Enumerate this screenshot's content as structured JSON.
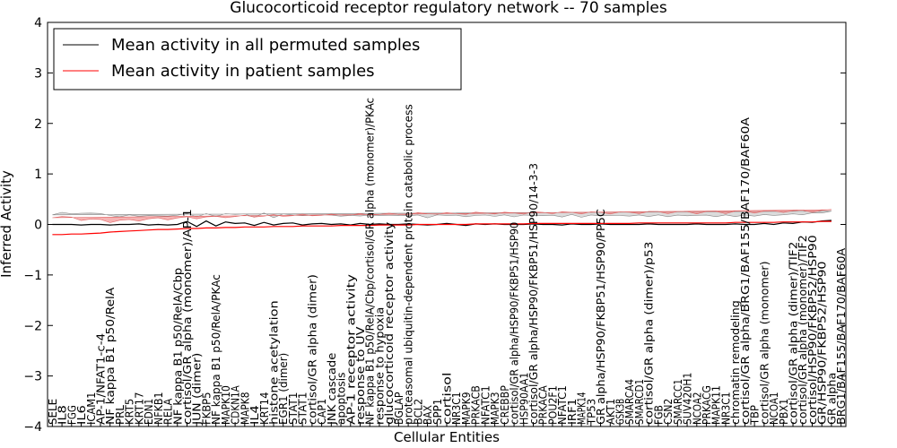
{
  "chart_data": {
    "type": "line",
    "title": "Glucocorticoid receptor regulatory network -- 70 samples",
    "xlabel": "Cellular Entities",
    "ylabel": "Inferred Activity",
    "ylim": [
      -4,
      4
    ],
    "yticks": [
      -4,
      -3,
      -2,
      -1,
      0,
      1,
      2,
      3,
      4
    ],
    "ytick_labels": [
      "−4",
      "−3",
      "−2",
      "−1",
      "0",
      "1",
      "2",
      "3",
      "4"
    ],
    "grid": false,
    "legend_position": "top-left",
    "colors": {
      "permuted": "#000000",
      "patient": "#ff0000",
      "patient_band": "#f08080",
      "permuted_band": "#b0b0b0"
    },
    "categories": [
      "SELE",
      "IL8",
      "FGG",
      "IL6",
      "ICAM1",
      "AP-1/NFAT1-c-4",
      "NF kappa B1 p50/RelA",
      "PRL",
      "KRT5",
      "KRT17",
      "EDN1",
      "NFKB1",
      "RELA",
      "NF kappa B1 p50/RelA/Cbp",
      "cortisol/GR alpha (monomer)/AP-1",
      "JUN (dimer)",
      "FKBP5",
      "NF kappa B1 p50/RelA/PKAc",
      "MAPK10",
      "CDKN1A",
      "MAPK8",
      "IL4",
      "KRT14",
      "histone acetylation",
      "EGR1 (dimer)",
      "STAT1",
      "STAT1",
      "cortisol/GR alpha (dimer)",
      "CAP1",
      "JNK cascade",
      "apoptosis",
      "AP-1 receptor activity",
      "response to UV",
      "NF kappa B1 p50/RelA/Cbp/cortisol/GR alpha (monomer)/PKAc",
      "response to hypoxia",
      "glucocorticoid receptor activity",
      "BGLAP",
      "proteasomal ubiquitin-dependent protein catabolic process",
      "BCL2",
      "BAX",
      "SPP1",
      "cortisol",
      "NR3C1",
      "MAPK9",
      "PRKACB",
      "NFATC1",
      "MAPK3",
      "CREBBP",
      "cortisol/GR alpha/HSP90/FKBP51/HSP90",
      "HSP90AA1",
      "cortisol/GR alpha/HSP90/FKBP51/HSP90/14-3-3",
      "PRKACA",
      "POU2F1",
      "NFATC1",
      "IRF1",
      "MAPK14",
      "TP53",
      "GR alpha/HSP90/FKBP51/HSP90/PP5C",
      "AKT1",
      "GSK3B",
      "SMARCA4",
      "SMARCD1",
      "cortisol/GR alpha (dimer)/p53",
      "FGB",
      "CSN2",
      "SMARCC1",
      "SUV420H1",
      "NCOA2",
      "PRKACG",
      "MAPK11",
      "NR3C1",
      "chromatin remodeling",
      "cortisol/GR alpha/BRG1/BAF155/BAF170/BAF60A",
      "TBP",
      "cortisol/GR alpha (monomer)",
      "NCOA1",
      "PBX1",
      "cortisol/GR alpha (dimer)/TIF2",
      "cortisol/GR alpha (monomer)/TIF2",
      "cortisol/HSP90/FKBP52/HSP90",
      "GR/HSP90/FKBP52/HSP90",
      "GR alpha",
      "BRG1/BAF155/BAF170/BAF60A"
    ],
    "label_length_units": [
      4,
      3,
      3,
      3,
      5,
      14,
      21,
      3,
      4,
      5,
      4,
      5,
      4,
      24,
      33,
      11,
      5,
      23,
      6,
      6,
      5,
      3,
      5,
      19,
      11,
      5,
      5,
      23,
      4,
      11,
      8,
      23,
      15,
      50,
      18,
      31,
      5,
      49,
      4,
      3,
      4,
      8,
      5,
      5,
      6,
      6,
      5,
      6,
      31,
      8,
      40,
      6,
      6,
      6,
      4,
      5,
      4,
      33,
      4,
      4,
      7,
      7,
      28,
      3,
      4,
      7,
      8,
      5,
      6,
      6,
      5,
      19,
      47,
      3,
      25,
      5,
      4,
      28,
      29,
      29,
      25,
      8,
      27
    ],
    "series": [
      {
        "name": "Mean activity in all permuted samples",
        "values": [
          0.0,
          0.0,
          0.0,
          -0.01,
          0.0,
          0.0,
          -0.01,
          0.0,
          0.0,
          0.01,
          -0.01,
          0.0,
          -0.01,
          0.0,
          0.06,
          -0.04,
          0.07,
          -0.03,
          0.05,
          0.02,
          0.03,
          -0.02,
          0.04,
          -0.01,
          0.02,
          0.03,
          -0.01,
          0.01,
          0.02,
          0.0,
          0.01,
          -0.01,
          0.02,
          0.0,
          0.01,
          0.0,
          0.0,
          0.01,
          0.0,
          -0.01,
          0.0,
          0.02,
          0.0,
          -0.02,
          0.01,
          0.0,
          0.01,
          0.0,
          0.0,
          0.0,
          0.01,
          0.0,
          0.0,
          -0.01,
          0.01,
          0.0,
          0.0,
          0.01,
          0.0,
          0.0,
          0.0,
          0.0,
          0.01,
          0.0,
          0.0,
          0.0,
          0.0,
          0.01,
          0.0,
          0.0,
          0.0,
          0.01,
          0.0,
          0.0,
          0.02,
          0.0,
          0.03,
          0.02,
          0.05,
          0.04,
          0.07,
          0.08
        ]
      },
      {
        "name": "Mean activity in patient samples",
        "values": [
          -0.2,
          -0.2,
          -0.19,
          -0.19,
          -0.18,
          -0.17,
          -0.15,
          -0.14,
          -0.13,
          -0.12,
          -0.11,
          -0.1,
          -0.1,
          -0.09,
          -0.08,
          -0.08,
          -0.07,
          -0.07,
          -0.06,
          -0.06,
          -0.05,
          -0.05,
          -0.05,
          -0.04,
          -0.04,
          -0.04,
          -0.03,
          -0.03,
          -0.03,
          -0.03,
          -0.02,
          -0.02,
          -0.02,
          -0.02,
          -0.01,
          -0.01,
          -0.01,
          -0.01,
          0.0,
          0.0,
          0.0,
          0.0,
          0.0,
          0.0,
          0.01,
          0.01,
          0.01,
          0.01,
          0.01,
          0.01,
          0.02,
          0.02,
          0.02,
          0.02,
          0.02,
          0.02,
          0.02,
          0.02,
          0.02,
          0.02,
          0.02,
          0.03,
          0.03,
          0.03,
          0.03,
          0.03,
          0.03,
          0.03,
          0.03,
          0.03,
          0.03,
          0.04,
          0.04,
          0.04,
          0.04,
          0.04,
          0.05,
          0.05,
          0.05,
          0.05,
          0.06,
          0.06
        ]
      }
    ]
  }
}
